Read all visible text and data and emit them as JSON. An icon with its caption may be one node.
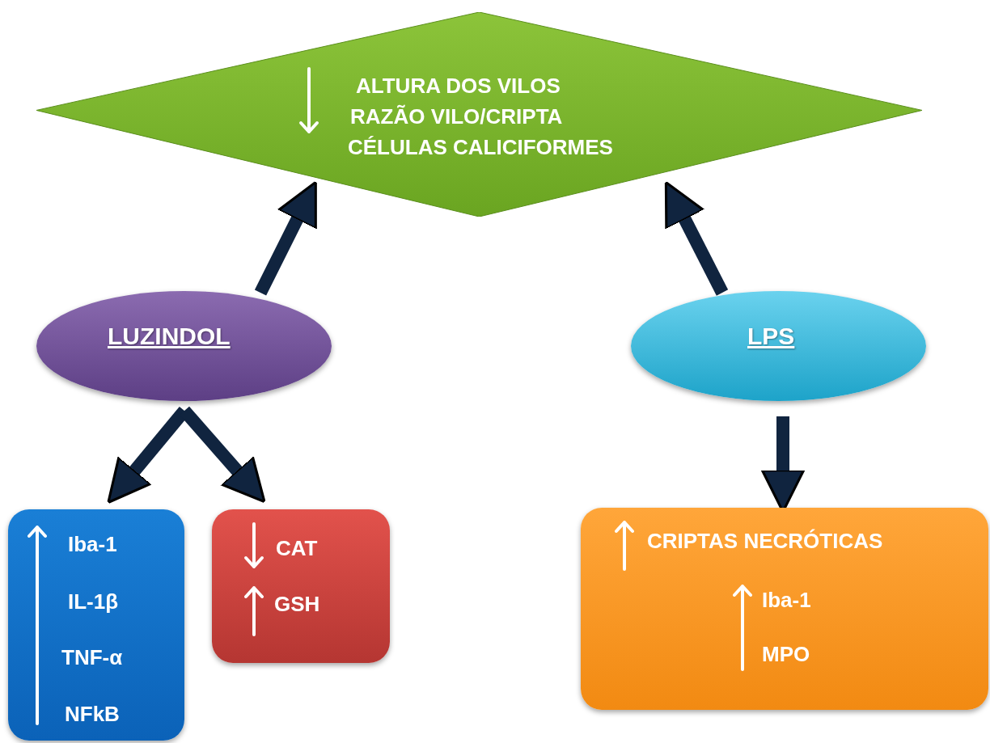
{
  "diagram": {
    "nodes": [
      {
        "text": [
          "ALTURA DOS VILOS",
          "RAZÃO VILO/CRIPTA",
          "CÉLULAS CALICIFORMES"
        ]
      },
      {
        "text": [
          "LUZINDOL"
        ]
      },
      {
        "text": [
          "LPS"
        ]
      },
      {
        "text": [
          "Iba-1",
          "IL-1β",
          "TNF-α",
          "NFkB"
        ]
      },
      {
        "text": [
          "CAT",
          "GSH"
        ]
      },
      {
        "text": [
          "CRIPTAS NECRÓTICAS",
          "Iba-1",
          "MPO"
        ]
      }
    ],
    "edges": [
      {
        "from": 1,
        "to": 0,
        "arrow": "to"
      },
      {
        "from": 2,
        "to": 0,
        "arrow": "to"
      },
      {
        "from": 1,
        "to": 3,
        "arrow": "to"
      },
      {
        "from": 1,
        "to": 4,
        "arrow": "to"
      },
      {
        "from": 2,
        "to": 5,
        "arrow": "to"
      }
    ]
  }
}
